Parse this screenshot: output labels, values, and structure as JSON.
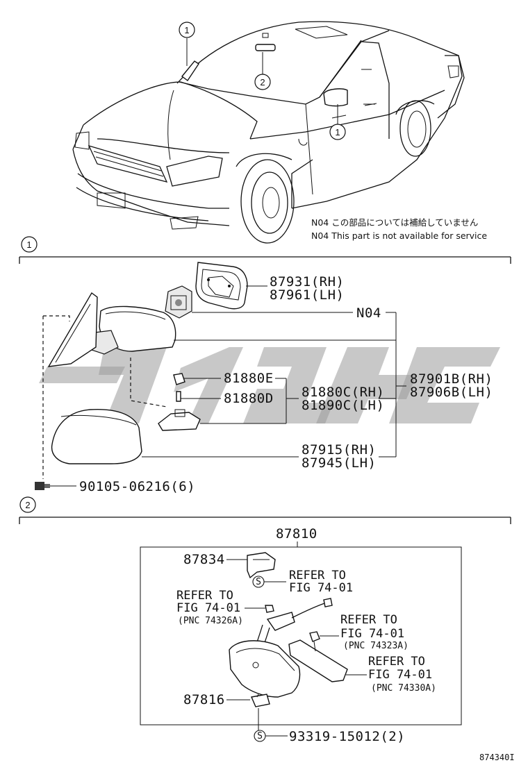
{
  "notes": {
    "jp": "N04 この部品については補給していません",
    "en": "N04 This part is not available for service"
  },
  "callouts": {
    "c1_top": "1",
    "c2_top": "2",
    "c1_side": "1",
    "c1_section": "1",
    "c2_section": "2"
  },
  "section1": {
    "p87931": "87931(RH)",
    "p87961": "87961(LH)",
    "n04": "N04",
    "p81880e": "81880E",
    "p81880d": "81880D",
    "p81880c": "81880C(RH)",
    "p81890c": "81890C(LH)",
    "p87901b": "87901B(RH)",
    "p87906b": "87906B(LH)",
    "p87915": "87915(RH)",
    "p87945": "87945(LH)",
    "p90105": "90105-06216(6)"
  },
  "section2": {
    "p87810": "87810",
    "p87834": "87834",
    "refer_a_1": "REFER TO",
    "refer_a_2": "FIG 74-01",
    "refer_b_1": "REFER TO",
    "refer_b_2": "FIG 74-01",
    "refer_b_3": "(PNC 74326A)",
    "refer_c_1": "REFER TO",
    "refer_c_2": "FIG 74-01",
    "refer_c_3": "(PNC 74323A)",
    "refer_d_1": "REFER TO",
    "refer_d_2": "FIG 74-01",
    "refer_d_3": "(PNC 74330A)",
    "p87816": "87816",
    "p93319": "93319-15012(2)",
    "s_mark": "S"
  },
  "diagram_id": "874340I"
}
